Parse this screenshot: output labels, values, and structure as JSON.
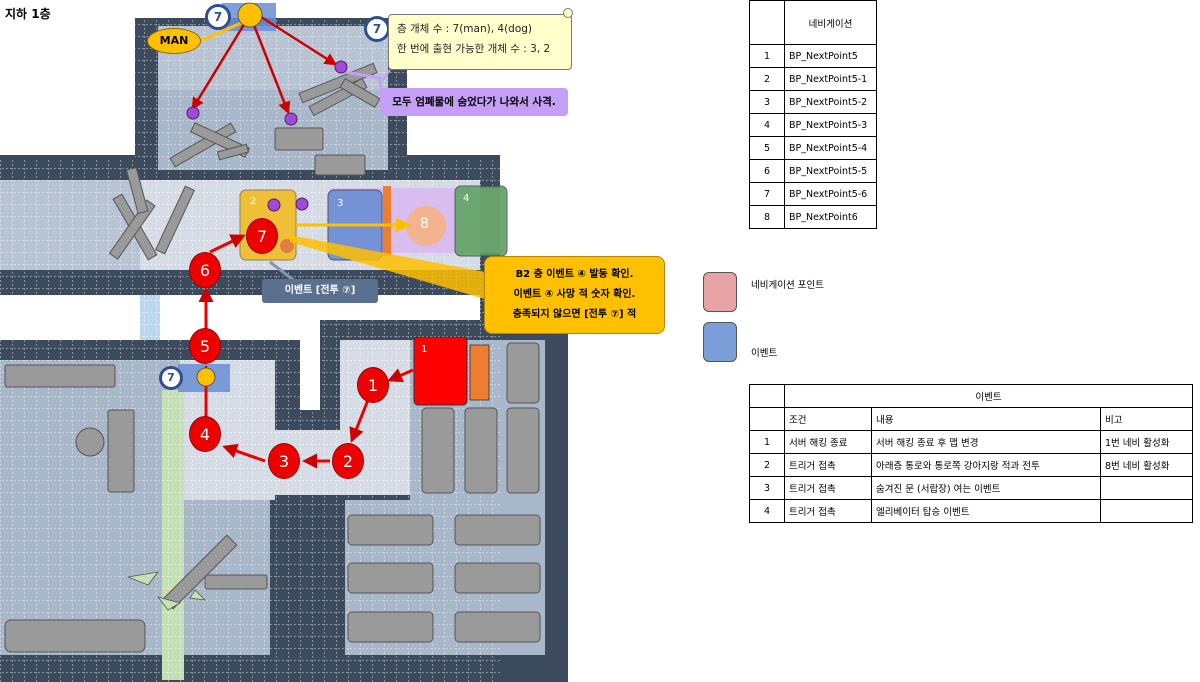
{
  "page_title": "지하 1층",
  "note": {
    "line1": "층 개체 수 : 7(man), 4(dog)",
    "line2": "한 번에 출현 가능한 개체 수 : 3, 2"
  },
  "man_label": "MAN",
  "purple_callout": "모두 엄폐물에 숨었다가 나와서 사격.",
  "event_label": "이벤트 [전투 ⑦]",
  "yellow_callout": {
    "line1": "B2 층 이벤트 ④ 발동 확인.",
    "line2": "이벤트 ④ 사망 적 숫자 확인.",
    "line3": "충족되지 않으면 [전투 ⑦] 적"
  },
  "spawn_markers": [
    "7",
    "7",
    "7"
  ],
  "waypoints": [
    "1",
    "2",
    "3",
    "4",
    "5",
    "6",
    "7"
  ],
  "zone_labels": {
    "z1": "1",
    "z2": "2",
    "z3": "3",
    "z4": "4",
    "z8": "8"
  },
  "nav_table": {
    "header": "네비게이션",
    "rows": [
      {
        "no": "1",
        "name": "BP_NextPoint5"
      },
      {
        "no": "2",
        "name": "BP_NextPoint5-1"
      },
      {
        "no": "3",
        "name": "BP_NextPoint5-2"
      },
      {
        "no": "4",
        "name": "BP_NextPoint5-3"
      },
      {
        "no": "5",
        "name": "BP_NextPoint5-4"
      },
      {
        "no": "6",
        "name": "BP_NextPoint5-5"
      },
      {
        "no": "7",
        "name": "BP_NextPoint5-6"
      },
      {
        "no": "8",
        "name": "BP_NextPoint6"
      }
    ]
  },
  "legend": [
    {
      "label": "네비게이션 포인트",
      "color": "#e8a3a6"
    },
    {
      "label": "이벤트",
      "color": "#7b9ed8"
    }
  ],
  "event_table": {
    "header": "이벤트",
    "col_condition": "조건",
    "col_content": "내용",
    "col_note": "비고",
    "rows": [
      {
        "no": "1",
        "condition": "서버 해킹 종료",
        "content": "서버 해킹 종료 후 맵 변경",
        "note": "1번 네비 활성화"
      },
      {
        "no": "2",
        "condition": "트리거 접촉",
        "content": "아래층 통로와 통로쪽 강아지랑 적과 전투",
        "note": "8번 네비 활성화"
      },
      {
        "no": "3",
        "condition": "트리거 접촉",
        "content": "숨겨진 문 (서랍장) 여는 이벤트",
        "note": ""
      },
      {
        "no": "4",
        "condition": "트리거 접촉",
        "content": "엘리베이터 탑승 이벤트",
        "note": ""
      }
    ]
  },
  "colors": {
    "wall": "#3c4a5e",
    "floor": "#d6dce6",
    "floor_dark": "#a9b7ca",
    "waypoint": "#ee0000",
    "zone_yellow": "#f0be2e",
    "zone_blue": "#6a8ed3",
    "zone_green": "#5aa25a",
    "zone_red": "#ff0000",
    "zone_purple": "#d9b5f2",
    "callout_yellow": "#ffc000",
    "callout_purple": "#c59ef5",
    "note_bg": "#ffffcc"
  }
}
